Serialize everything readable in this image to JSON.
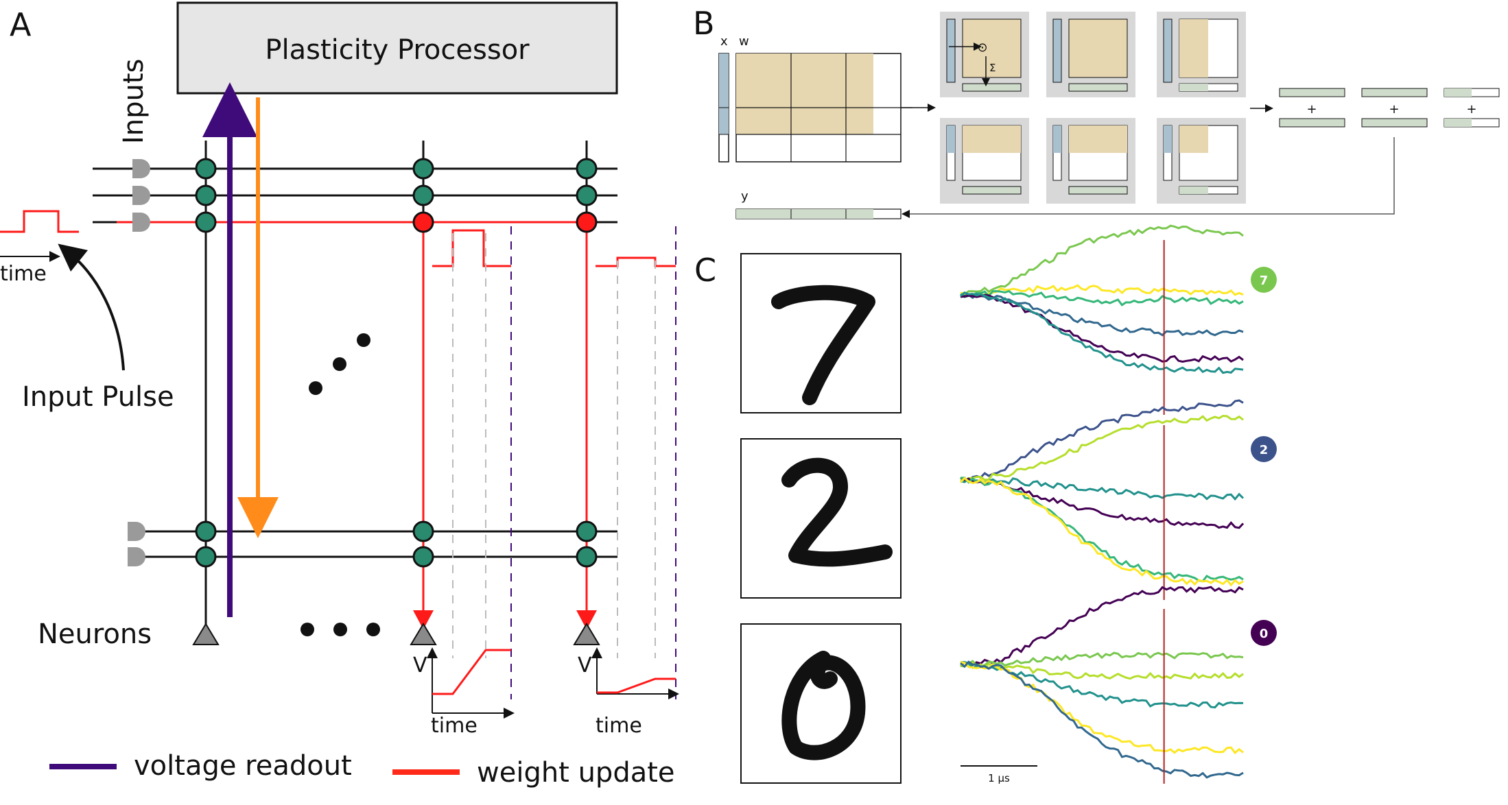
{
  "panels": {
    "a": "A",
    "b": "B",
    "c": "C"
  },
  "panel_a": {
    "processor_title": "Plasticity Processor",
    "inputs_label": "Inputs",
    "neurons_label": "Neurons",
    "input_pulse_label": "Input Pulse",
    "time_label": "time",
    "v_label": "V",
    "legend": [
      {
        "label": "voltage readout",
        "color": "#3f0a7a"
      },
      {
        "label": "weight update",
        "color": "#ff2a1a"
      }
    ],
    "colors": {
      "synapse": "#2a8a6e",
      "active": "#ff1a1a",
      "orange": "#ff8c1a",
      "gray": "#9a9a9a"
    }
  },
  "panel_b": {
    "x_label": "x",
    "w_label": "w",
    "y_label": "y",
    "plus": "+",
    "odot": "⊙",
    "sigma": "Σ",
    "colors": {
      "weight": "#e6d7b0",
      "vector": "#a9c0cf",
      "output": "#cfdccb",
      "tile": "#d8d8d8"
    }
  },
  "panel_c": {
    "digits": [
      {
        "label": "7",
        "badge_color": "#7ac74f"
      },
      {
        "label": "2",
        "badge_color": "#3b528b"
      },
      {
        "label": "0",
        "badge_color": "#440154"
      }
    ],
    "scale_label": "1 µs",
    "marker_color": "#b22222"
  },
  "chart_data": [
    {
      "type": "line",
      "title": "",
      "series": [
        {
          "color": "#7ac74f",
          "values": [
            0,
            0.1,
            0.4,
            0.7,
            0.8,
            0.9,
            0.85,
            0.8
          ]
        },
        {
          "color": "#fde725",
          "values": [
            0,
            0.05,
            0.08,
            0.1,
            0.05,
            0.05,
            0.02,
            0.02
          ]
        },
        {
          "color": "#35b779",
          "values": [
            0,
            0.02,
            0.0,
            -0.05,
            -0.1,
            -0.05,
            -0.08,
            -0.1
          ]
        },
        {
          "color": "#31688e",
          "values": [
            0,
            -0.05,
            -0.2,
            -0.35,
            -0.45,
            -0.5,
            -0.5,
            -0.5
          ]
        },
        {
          "color": "#440154",
          "values": [
            0,
            -0.05,
            -0.3,
            -0.6,
            -0.8,
            -0.85,
            -0.85,
            -0.85
          ]
        },
        {
          "color": "#21918c",
          "values": [
            0,
            -0.05,
            -0.3,
            -0.65,
            -0.9,
            -1.0,
            -1.0,
            -1.0
          ]
        }
      ]
    },
    {
      "type": "line",
      "title": "",
      "series": [
        {
          "color": "#3b528b",
          "values": [
            0,
            0.1,
            0.4,
            0.6,
            0.75,
            0.85,
            0.9,
            0.95
          ]
        },
        {
          "color": "#b5de2b",
          "values": [
            0,
            0.05,
            0.2,
            0.4,
            0.6,
            0.7,
            0.75,
            0.75
          ]
        },
        {
          "color": "#21918c",
          "values": [
            0,
            0.0,
            -0.05,
            -0.1,
            -0.15,
            -0.2,
            -0.2,
            -0.2
          ]
        },
        {
          "color": "#440154",
          "values": [
            0,
            -0.05,
            -0.2,
            -0.35,
            -0.45,
            -0.5,
            -0.55,
            -0.55
          ]
        },
        {
          "color": "#35b779",
          "values": [
            0,
            -0.05,
            -0.3,
            -0.7,
            -1.0,
            -1.15,
            -1.2,
            -1.2
          ]
        },
        {
          "color": "#fde725",
          "values": [
            0,
            -0.05,
            -0.3,
            -0.75,
            -1.05,
            -1.2,
            -1.25,
            -1.25
          ]
        }
      ]
    },
    {
      "type": "line",
      "title": "",
      "series": [
        {
          "color": "#440154",
          "values": [
            0,
            0.05,
            0.3,
            0.6,
            0.8,
            0.9,
            0.9,
            0.9
          ]
        },
        {
          "color": "#7ac74f",
          "values": [
            0,
            0.0,
            0.05,
            0.1,
            0.1,
            0.1,
            0.1,
            0.1
          ]
        },
        {
          "color": "#b5de2b",
          "values": [
            0,
            -0.02,
            -0.1,
            -0.15,
            -0.15,
            -0.15,
            -0.15,
            -0.15
          ]
        },
        {
          "color": "#21918c",
          "values": [
            0,
            -0.05,
            -0.2,
            -0.35,
            -0.45,
            -0.5,
            -0.5,
            -0.5
          ]
        },
        {
          "color": "#fde725",
          "values": [
            0,
            -0.05,
            -0.35,
            -0.75,
            -0.95,
            -1.05,
            -1.05,
            -1.05
          ]
        },
        {
          "color": "#31688e",
          "values": [
            0,
            -0.05,
            -0.35,
            -0.8,
            -1.1,
            -1.3,
            -1.35,
            -1.35
          ]
        }
      ]
    }
  ]
}
